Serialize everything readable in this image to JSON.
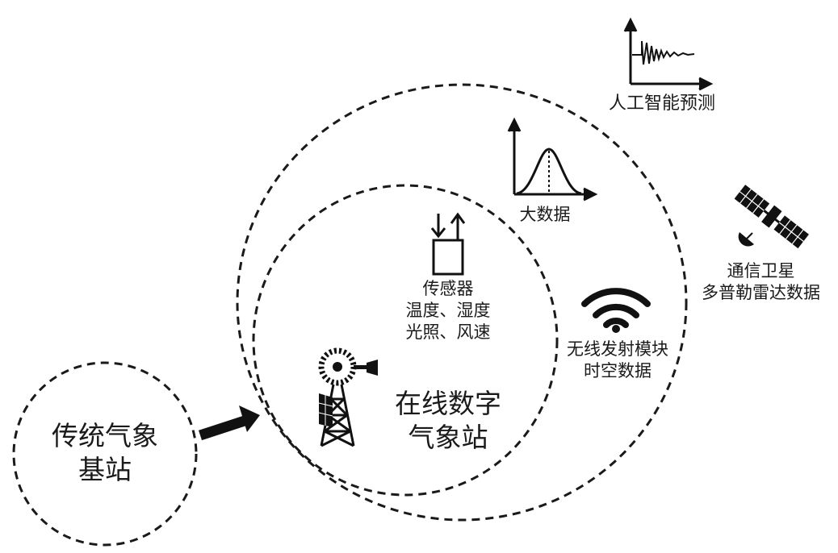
{
  "diagram": {
    "traditional_station": {
      "line1": "传统气象",
      "line2": "基站"
    },
    "online_station": {
      "line1": "在线数字",
      "line2": "气象站"
    },
    "sensor_module": {
      "title": "传感器",
      "line1": "温度、湿度",
      "line2": "光照、风速"
    },
    "wireless_module": {
      "line1": "无线发射模块",
      "line2": "时空数据"
    },
    "big_data": {
      "label": "大数据"
    },
    "ai_prediction": {
      "label": "人工智能预测"
    },
    "satellite": {
      "line1": "通信卫星",
      "line2": "多普勒雷达数据"
    }
  },
  "icons": [
    "sensor-arrows-icon",
    "wind-tower-icon",
    "wifi-icon",
    "bell-curve-icon",
    "damped-wave-icon",
    "satellite-icon",
    "arrow-icon"
  ]
}
